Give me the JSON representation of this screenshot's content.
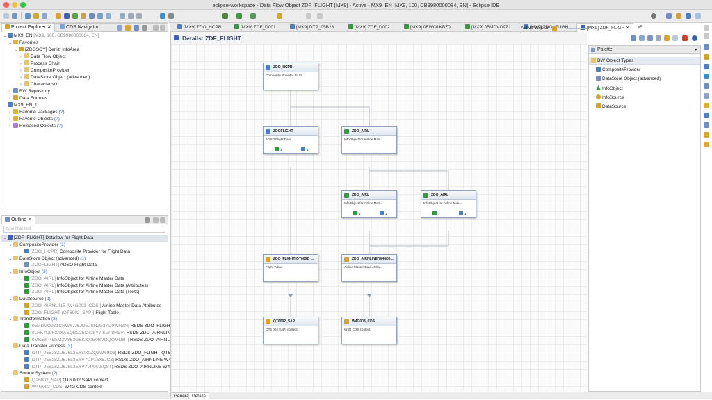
{
  "window": {
    "title": "eclipse-workspace - Data Flow Object ZDF_FLIGHT [MX9] - Active - MX9_EN [MX9, 100, CB9980000084, EN] - Eclipse IDE"
  },
  "colors": {
    "accent": "#3a62b8",
    "node_border": "#8ea4c4",
    "infoobject": "#2e9c3a",
    "datasource": "#d9a32a",
    "adso": "#4a7fc5"
  },
  "explorer": {
    "tabs": [
      "Project Explorer",
      "CDS Navigator"
    ],
    "items": [
      {
        "label": "MX9_EN",
        "detail": "[MX9, 100, CB9980000084, EN]"
      },
      {
        "label": "Favorites"
      },
      {
        "label": "[ZDOSOY] Deniz' InfoArea"
      },
      {
        "label": "Data Flow Object"
      },
      {
        "label": "Process Chain"
      },
      {
        "label": "CompositeProvider"
      },
      {
        "label": "DataStore Object (advanced)"
      },
      {
        "label": "Characteristic"
      },
      {
        "label": "BW Repository"
      },
      {
        "label": "Data Sources"
      },
      {
        "label": "MX9_EN_1"
      },
      {
        "label": "Favorite Packages",
        "count": "(?)"
      },
      {
        "label": "Favorite Objects",
        "count": "(?)"
      },
      {
        "label": "Released Objects",
        "count": "(?)"
      }
    ]
  },
  "outline": {
    "tab": "Outline",
    "filter_placeholder": "type filter text",
    "root": "[ZDF_FLIGHT] Dataflow for Flight Data",
    "items": [
      {
        "a": "CompositeProvider",
        "b": "(1)"
      },
      {
        "a": "[ZDO_HCPR]",
        "b": "Composite Provider for Flight Data"
      },
      {
        "a": "DataStore Object (advanced)",
        "b": "(1)"
      },
      {
        "a": "[ZDOFLIGHT]",
        "b": "ADSO Flight Data"
      },
      {
        "a": "InfoObject",
        "b": "(3)"
      },
      {
        "a": "[ZDO_AIRL]",
        "b": "InfoObject for Airline Master Data"
      },
      {
        "a": "[ZDO_AIRL]",
        "b": "InfoObject for Airline Master Data (Attributes)"
      },
      {
        "a": "[ZDO_AIRL]",
        "b": "InfoObject for Airline Master Data (Texts)"
      },
      {
        "a": "DataSource",
        "b": "(2)"
      },
      {
        "a": "[ZDO_AIRNLINE (W4G003_CDS)]",
        "b": "Airline Master Data Attributes"
      },
      {
        "a": "[ZDO_FLIGHT (QT6002_SAP)]",
        "b": "Flight Table"
      },
      {
        "a": "Transformation",
        "b": "(3)"
      },
      {
        "a": "[05MDVO9Z1CRWYJJ6JDEJSNJG37O9WHZN]",
        "b": "RSDS ZDO_FLIGHT"
      },
      {
        "a": "[0LHK7U9F3AXASQBC25CT38Y7IKVP8HEV]",
        "b": "RSDS ZDO_AIRNLINE"
      },
      {
        "a": "[0MK53P4B5M3VY53GEKIQ0E0BVQQQMU8P]",
        "b": "RSDS ZDO_AIRNLIN"
      },
      {
        "a": "Data Transfer Process",
        "b": "(3)"
      },
      {
        "a": "[DTP_05B28ZU5J6L3EYUX0ZQ3WY9D6]",
        "b": "RSDS ZDO_FLIGHT QT6"
      },
      {
        "a": "[DTP_05B28ZU5J6L3EYV7OP15X5JCZ]",
        "b": "RSDS ZDO_AIRNLINE W4G"
      },
      {
        "a": "[DTP_05B28ZU5J6L3EYV7VP9IA5Q8T]",
        "b": "RSDS ZDO_AIRNLINE W4G"
      },
      {
        "a": "Source System",
        "b": "(2)"
      },
      {
        "a": "[QT6002_SAP]",
        "b": "QT6 002 SAPI context"
      },
      {
        "a": "[W4G003_CDS]",
        "b": "W4G CDS context"
      }
    ]
  },
  "editor": {
    "tabs": [
      "[MX9] ZDO_HCPR",
      "[MX9] ZCF_D001",
      "[MX9] DTP_05B28",
      "[MX9] ZCF_D002",
      "[MX9] 0EWO1KBZ0",
      "[MX9] 05MDVO9Z1",
      "[MX9] ZDO_FLIGH",
      "[MX9] ZDF_FLIGH"
    ],
    "overflow": "5",
    "header": "Details: ZDF_FLIGHT",
    "active_version": "Active Version",
    "bottom_tabs": [
      "General",
      "Details"
    ]
  },
  "nodes": [
    {
      "id": "hcpr",
      "title": "ZDO_HCPR",
      "desc": "Composite Provider for Fl...",
      "icon": "#4a7fc5"
    },
    {
      "id": "adso",
      "title": "ZDOFLIGHT",
      "desc": "ADSO Flight Data",
      "icon": "#4a7fc5",
      "s1": "1",
      "s2": "1"
    },
    {
      "id": "airl1",
      "title": "ZDO_AIRL",
      "desc": "InfoObject for Airline Mas...",
      "icon": "#2e9c3a"
    },
    {
      "id": "airl2",
      "title": "ZDO_AIRL",
      "desc": "InfoObject for Airline Mas...",
      "icon": "#2e9c3a",
      "s1": "1",
      "s2": "1"
    },
    {
      "id": "airl3",
      "title": "ZDO_AIRL",
      "desc": "InfoObject for Airline Mas...",
      "icon": "#2e9c3a",
      "s1": "1",
      "s2": "1"
    },
    {
      "id": "flds",
      "title": "ZDO_FLIGHT(QT6002_...",
      "desc": "Flight Table",
      "icon": "#d9a32a"
    },
    {
      "id": "alds",
      "title": "ZDO_AIRNLINE(W4G00...",
      "desc": "Airline Master Data Attrib...",
      "icon": "#d9a32a"
    },
    {
      "id": "qt6",
      "title": "QT6002_SAP",
      "desc": "QT6 002 SAPI context",
      "icon": "#d9a32a"
    },
    {
      "id": "w4g",
      "title": "W4G003_CDS",
      "desc": "W4G CDS context",
      "icon": "#d9a32a"
    }
  ],
  "palette": {
    "title": "Palette",
    "section": "BW Object Types",
    "items": [
      "CompositeProvider",
      "DataStore Object (advanced)",
      "InfoObject",
      "InfoSource",
      "DataSource"
    ]
  }
}
